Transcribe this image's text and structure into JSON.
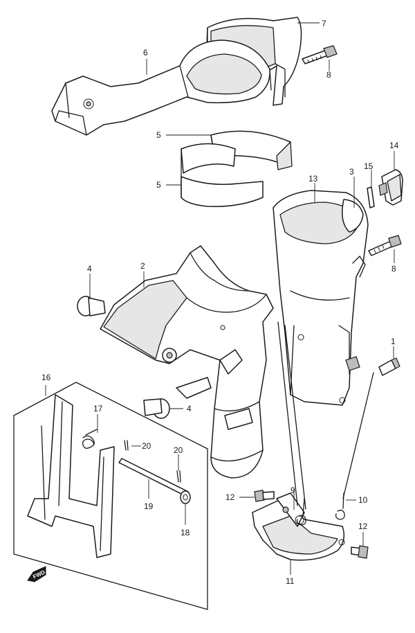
{
  "callouts": {
    "c1": "1",
    "c2": "2",
    "c3": "3",
    "c4a": "4",
    "c4b": "4",
    "c5a": "5",
    "c5b": "5",
    "c6": "6",
    "c7": "7",
    "c8a": "8",
    "c8b": "8",
    "c9": "9",
    "c10": "10",
    "c11": "11",
    "c12a": "12",
    "c12b": "12",
    "c13": "13",
    "c14": "14",
    "c15": "15",
    "c16": "16",
    "c17": "17",
    "c18": "18",
    "c19": "19",
    "c20a": "20",
    "c20b": "20"
  },
  "direction_badge": {
    "label": "FWD",
    "icon": "forward-arrow-icon"
  },
  "colors": {
    "line": "#1a1a1a",
    "shade": "#e6e6e6",
    "background": "#ffffff"
  }
}
